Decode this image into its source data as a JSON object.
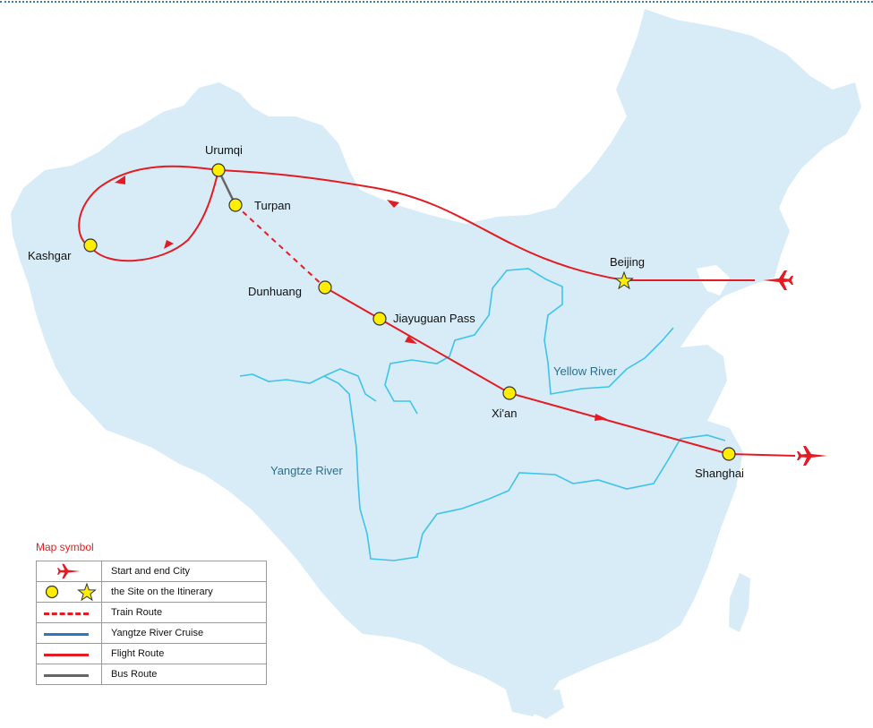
{
  "map": {
    "cities": {
      "urumqi": "Urumqi",
      "turpan": "Turpan",
      "kashgar": "Kashgar",
      "dunhuang": "Dunhuang",
      "jiayuguan": "Jiayuguan Pass",
      "xian": "Xi'an",
      "beijing": "Beijing",
      "shanghai": "Shanghai"
    },
    "rivers": {
      "yellow": "Yellow River",
      "yangtze": "Yangtze River"
    },
    "colors": {
      "land": "#d8ecf7",
      "river": "#3fc3e8",
      "flight": "#e31b23",
      "train": "#e31b23",
      "bus": "#666666",
      "site": "#ffee00"
    }
  },
  "legend": {
    "title": "Map symbol",
    "rows": [
      {
        "symbol": "plane-icon",
        "label": "Start and end City"
      },
      {
        "symbol": "site-circle-and-star-icon",
        "label": "the Site on the Itinerary"
      },
      {
        "symbol": "train-route-line",
        "label": "Train Route"
      },
      {
        "symbol": "river-cruise-line",
        "label": "Yangtze River Cruise"
      },
      {
        "symbol": "flight-route-line",
        "label": "Flight Route"
      },
      {
        "symbol": "bus-route-line",
        "label": "Bus Route"
      }
    ]
  }
}
